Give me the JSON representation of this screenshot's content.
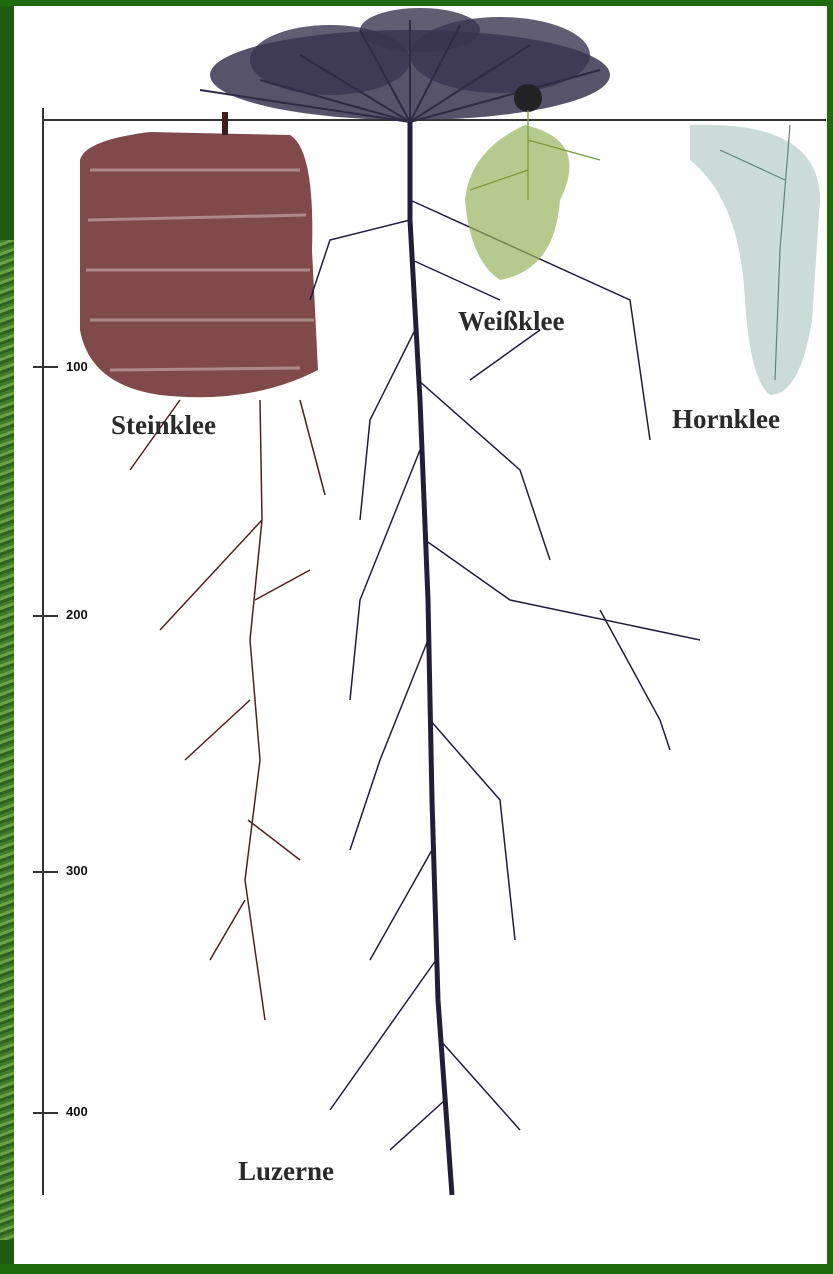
{
  "plants": {
    "steinklee": "Steinklee",
    "weissklee": "Weißklee",
    "hornklee": "Hornklee",
    "luzerne": "Luzerne"
  },
  "depth_scale": {
    "ticks": [
      "100",
      "200",
      "300",
      "400"
    ]
  },
  "colors": {
    "frame_green": "#1f6a0b",
    "steinklee_roots": "#5a1e1e",
    "luzerne_roots": "#2b2340",
    "weissklee_roots": "#8aa640",
    "hornklee_roots": "#6f8f86"
  }
}
